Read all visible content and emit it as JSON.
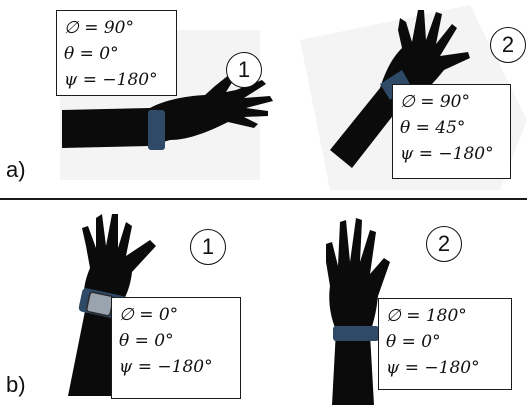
{
  "panels": [
    {
      "label": "a)",
      "poses": [
        {
          "number": "1",
          "phi": "∅ = 90°",
          "theta": "θ = 0°",
          "psi": "ψ = −180°"
        },
        {
          "number": "2",
          "phi": "∅ = 90°",
          "theta": "θ = 45°",
          "psi": "ψ = −180°"
        }
      ]
    },
    {
      "label": "b)",
      "poses": [
        {
          "number": "1",
          "phi": "∅ = 0°",
          "theta": "θ = 0°",
          "psi": "ψ = −180°"
        },
        {
          "number": "2",
          "phi": "∅ = 180°",
          "theta": "θ = 0°",
          "psi": "ψ = −180°"
        }
      ]
    }
  ],
  "colors": {
    "silhouette": "#0b0b0b",
    "band": "#2f4a66",
    "watch_face": "#9aa4ae",
    "background_patch": "#f3f3f3"
  }
}
